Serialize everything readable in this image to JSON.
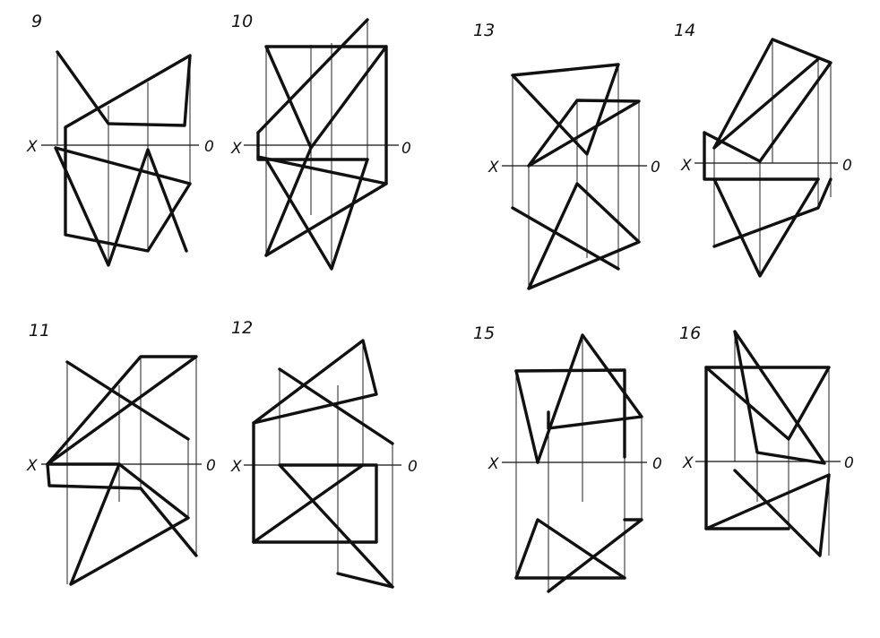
{
  "figures": [
    {
      "number": "9",
      "axis_left": "X",
      "axis_right": "0"
    },
    {
      "number": "10",
      "axis_left": "X",
      "axis_right": "0"
    },
    {
      "number": "13",
      "axis_left": "X",
      "axis_right": "0"
    },
    {
      "number": "14",
      "axis_left": "X",
      "axis_right": "0"
    },
    {
      "number": "11",
      "axis_left": "X",
      "axis_right": "0"
    },
    {
      "number": "12",
      "axis_left": "X",
      "axis_right": "0"
    },
    {
      "number": "15",
      "axis_left": "X",
      "axis_right": "0"
    },
    {
      "number": "16",
      "axis_left": "X",
      "axis_right": "0"
    }
  ],
  "colors": {
    "ink": "#111111",
    "paper": "#ffffff"
  }
}
